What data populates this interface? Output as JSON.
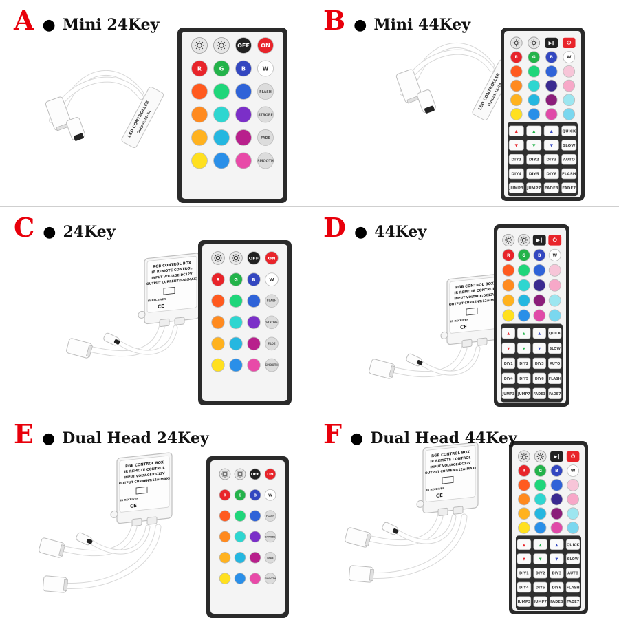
{
  "products": [
    {
      "letter": "A",
      "title": "Mini 24Key",
      "controller": "mini",
      "remote": "24"
    },
    {
      "letter": "B",
      "title": "Mini 44Key",
      "controller": "mini",
      "remote": "44"
    },
    {
      "letter": "C",
      "title": "24Key",
      "controller": "box",
      "remote": "24"
    },
    {
      "letter": "D",
      "title": "44Key",
      "controller": "box",
      "remote": "44"
    },
    {
      "letter": "E",
      "title": "Dual Head 24Key",
      "controller": "box-dual",
      "remote": "24"
    },
    {
      "letter": "F",
      "title": "Dual Head 44Key",
      "controller": "box-dual",
      "remote": "44"
    }
  ],
  "remote24": {
    "top_keys": [
      "",
      "",
      "OFF",
      "ON"
    ],
    "rgbw": [
      "R",
      "G",
      "B",
      "W"
    ],
    "side_keys": [
      "FLASH",
      "STROBE",
      "FADE",
      "SMOOTH"
    ],
    "colors": [
      [
        "#ff5a1f",
        "#1fd67a",
        "#2f63d8"
      ],
      [
        "#ff8a1f",
        "#2ed6d0",
        "#7b2fc8"
      ],
      [
        "#ffb21f",
        "#25b7e0",
        "#b8208c"
      ],
      [
        "#ffe01f",
        "#2a8fe8",
        "#e84aa8"
      ]
    ],
    "base_colors": {
      "R": "#e8242a",
      "G": "#23b34a",
      "B": "#3347c0",
      "W": "#ffffff"
    }
  },
  "remote44": {
    "top_keys": [
      "",
      "",
      "",
      ""
    ],
    "rgbw": [
      "R",
      "G",
      "B",
      "W"
    ],
    "colors": [
      [
        "#ff5a1f",
        "#1fd67a",
        "#2f63d8",
        "#f7c5d8"
      ],
      [
        "#ff8a1f",
        "#2ed6d0",
        "#3a2a90",
        "#f7a8c8"
      ],
      [
        "#ffb21f",
        "#25b7e0",
        "#8b1e7a",
        "#9ce6f0"
      ],
      [
        "#ffe01f",
        "#2a8fe8",
        "#e04aa8",
        "#7ad7ef"
      ]
    ],
    "arrow_rows": [
      [
        "▲",
        "▲",
        "▲",
        "QUICK"
      ],
      [
        "▼",
        "▼",
        "▼",
        "SLOW"
      ]
    ],
    "diy_rows": [
      [
        "DIY1",
        "DIY2",
        "DIY3",
        "AUTO"
      ],
      [
        "DIY4",
        "DIY5",
        "DIY6",
        "FLASH"
      ],
      [
        "JUMP3",
        "JUMP7",
        "FADE3",
        "FADE7"
      ]
    ],
    "arrow_colors": [
      "#e8242a",
      "#23b34a",
      "#3347c0"
    ]
  },
  "box_label": {
    "line1": "RGB CONTROL BOX",
    "line2": "IR REMOTE CONTROL",
    "line3": "INPUT VOLTAGE:DC12V",
    "line4": "OUTPUT CURRENT:12A(MAX)",
    "ir": "IR RECEIVER",
    "ce": "CE"
  },
  "mini_label": {
    "line1": "LED CONTROLLER",
    "line2": "Output:12-24"
  }
}
